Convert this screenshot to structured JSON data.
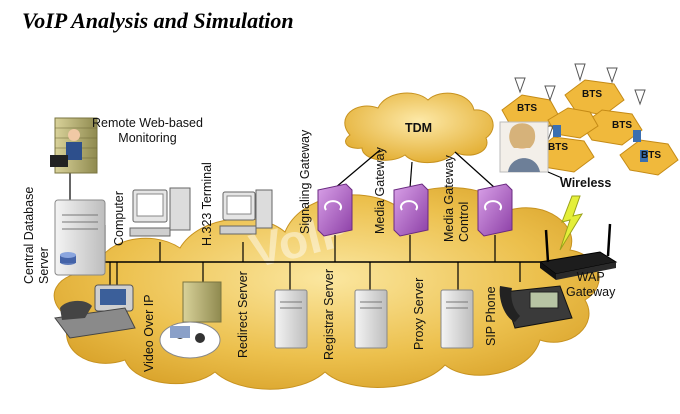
{
  "title": "VoIP Analysis and Simulation",
  "labels": {
    "remote_monitoring": "Remote Web-based\nMonitoring",
    "central_db": "Central Database\nServer",
    "computer": "Computer",
    "h323": "H.323 Terminal",
    "signaling_gateway": "Signaling Gateway",
    "media_gateway": "Media  Gateway",
    "mgc": "Media  Gateway\nControl",
    "video_over_ip": "Video Over IP",
    "redirect_server": "Redirect Server",
    "registrar_server": "Registrar Server",
    "proxy_server": "Proxy Server",
    "sip_phone": "SIP Phone",
    "tdm": "TDM",
    "wireless": "Wireless",
    "wap_gateway": "WAP\nGateway",
    "voip_watermark": "VoIP",
    "bts": "BTS"
  },
  "colors": {
    "cloud": "#e7b53a",
    "tdm_cloud": "#efbf45",
    "bts_cell": "#f0b93c",
    "gateway_box": "#b266c8",
    "line": "#000000"
  }
}
